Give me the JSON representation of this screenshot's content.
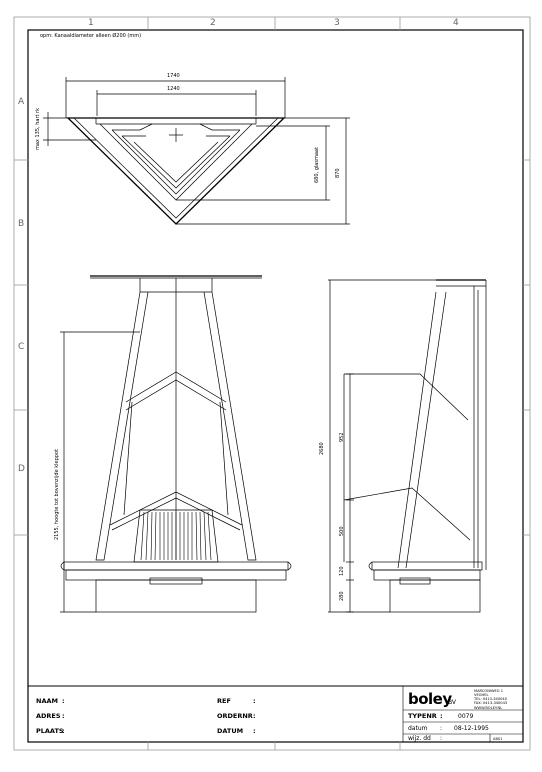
{
  "grid": {
    "columns": [
      "1",
      "2",
      "3",
      "4"
    ],
    "rows": [
      "A",
      "B",
      "C",
      "D"
    ]
  },
  "top_view": {
    "note": "opm: Kanaaldiameter alleen Ø200 (mm)",
    "dim_outer_width": "1740",
    "dim_inner_width": "1240",
    "dim_left": "max 135, hart rk",
    "dim_glass": "680, glasmaat",
    "dim_depth": "870"
  },
  "front_view": {
    "dim_height": "2155, hoogte tot bovenzijde kleppot"
  },
  "side_view": {
    "dim_total": "2680",
    "dim_upper": "952",
    "dim_middle": "500",
    "dim_lower": "120",
    "dim_base": "280"
  },
  "title_block": {
    "naam_label": "NAAM",
    "adres_label": "ADRES",
    "plaats_label": "PLAATS",
    "ref_label": "REF",
    "ordernr_label": "ORDERNR",
    "datum_label": "DATUM",
    "colon": ":",
    "brand": "boley",
    "brand_suffix": "BV",
    "address_lines": [
      "MARCONIWEG 1",
      "VEGHEL",
      "TEL: 0413-340040",
      "FAX: 0413-340043",
      "WWW.BOLEY.NL"
    ],
    "typenr_label": "TYPENR",
    "typenr_value": "0079",
    "datum2_label": "datum",
    "datum2_value": "08-12-1995",
    "wijz_label": "wijz. dd",
    "sheet_code": "ABS1"
  }
}
